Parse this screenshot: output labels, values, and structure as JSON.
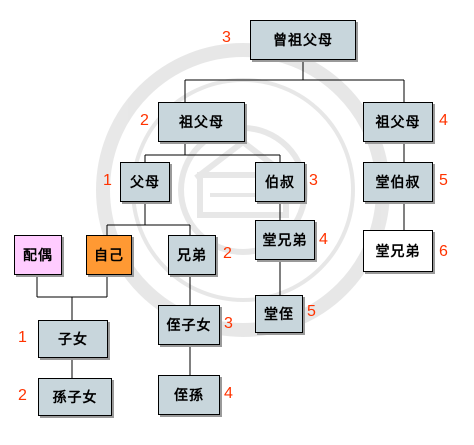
{
  "colors": {
    "node_fill": "#c8d6dc",
    "spouse_fill": "#ffccff",
    "self_fill": "#ff9933",
    "cousin_fill": "#ffffff",
    "number_color": "#ff3300",
    "line_color": "#000000"
  },
  "watermark": {
    "icon": "seal-watermark"
  },
  "nodes": {
    "great_grandparents": {
      "label": "曾祖父母",
      "degree": "3"
    },
    "grandparents": {
      "label": "祖父母",
      "degree": "2"
    },
    "grandparents_right": {
      "label": "祖父母",
      "degree": "4"
    },
    "parents": {
      "label": "父母",
      "degree": "1"
    },
    "uncle": {
      "label": "伯叔",
      "degree": "3"
    },
    "first_cousin_uncle": {
      "label": "堂伯叔",
      "degree": "5"
    },
    "spouse": {
      "label": "配偶"
    },
    "self": {
      "label": "自己"
    },
    "siblings": {
      "label": "兄弟",
      "degree": "2"
    },
    "cousins": {
      "label": "堂兄弟",
      "degree": "4"
    },
    "second_cousins": {
      "label": "堂兄弟",
      "degree": "6"
    },
    "cousin_nephew": {
      "label": "堂侄",
      "degree": "5"
    },
    "children": {
      "label": "子女",
      "degree": "1"
    },
    "nephews_nieces": {
      "label": "侄子女",
      "degree": "3"
    },
    "grandchildren": {
      "label": "孫子女",
      "degree": "2"
    },
    "grandnephews": {
      "label": "侄孫",
      "degree": "4"
    }
  }
}
